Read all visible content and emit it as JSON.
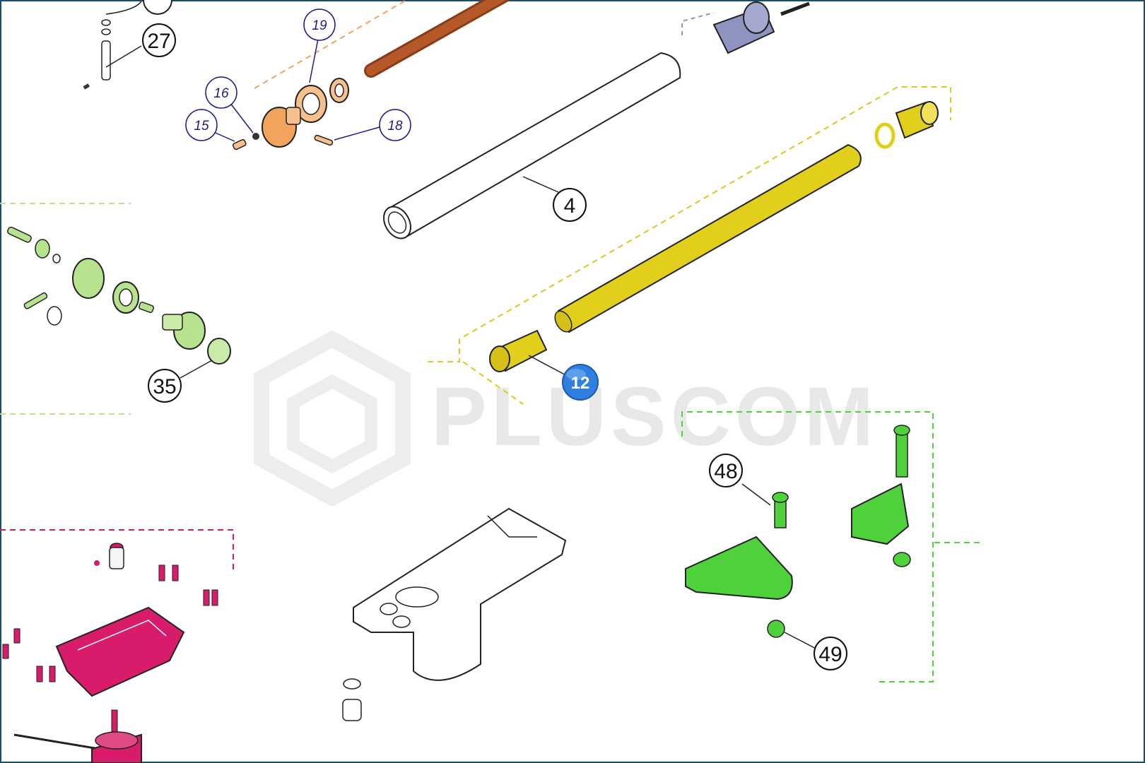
{
  "callouts": {
    "c27": "27",
    "c19": "19",
    "c16": "16",
    "c15": "15",
    "c18": "18",
    "c4": "4",
    "c35": "35",
    "c12": "12",
    "c48": "48",
    "c49": "49"
  },
  "watermark": "PLUSCOM",
  "colors": {
    "orange_group": "#f2a35c",
    "green_group": "#b7e38f",
    "yellow_group": "#e2cf1c",
    "gray_group": "#8f93bf",
    "magenta_group": "#d81b6a",
    "bright_green_group": "#4ed13a",
    "highlight_callout": "#2f7fe0"
  }
}
